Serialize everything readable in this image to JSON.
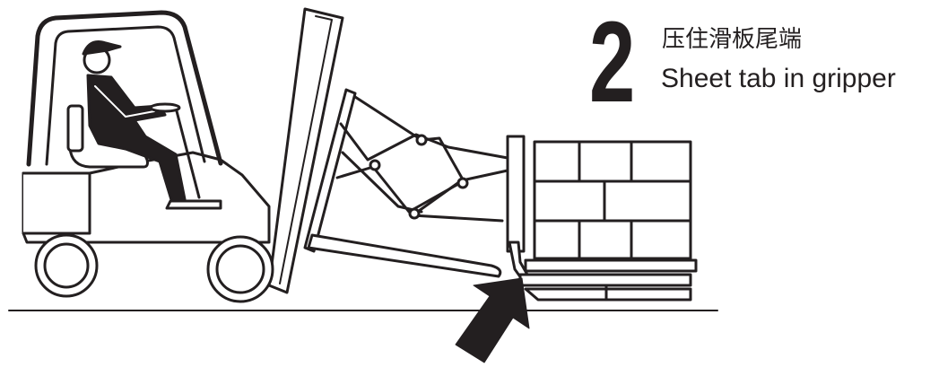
{
  "step": {
    "number": "2",
    "title_zh": "压住滑板尾端",
    "title_en": "Sheet tab in gripper"
  },
  "illustration": {
    "subject": "forklift-with-push-pull-attachment",
    "line_color": "#231f20",
    "fill_color": "#ffffff"
  }
}
